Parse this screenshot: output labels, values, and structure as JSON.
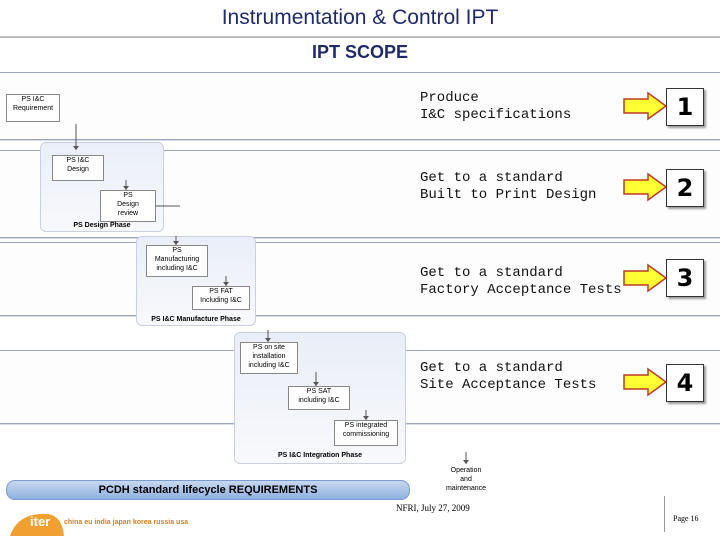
{
  "header": {
    "title": "Instrumentation & Control IPT",
    "subtitle": "IPT SCOPE"
  },
  "diagram": {
    "requirement_box": "PS I&C\nRequirement",
    "design_box": "PS I&C\nDesign",
    "design_review_box": "PS\nDesign\nreview",
    "design_phase_label": "PS Design Phase",
    "manufacturing_box": "PS\nManufacturing\nincluding I&C",
    "fat_box": "PS FAT\nIncluding I&C",
    "manufacture_phase_label": "PS I&C Manufacture Phase",
    "onsite_box": "PS on site\ninstallation\nincluding I&C",
    "sat_box": "PS SAT\nincluding I&C",
    "integrated_box": "PS integrated\ncommissioning",
    "integration_phase_label": "PS I&C Integration Phase",
    "operation_box": "Operation\nand\nmaintenance",
    "pcdh_label": "PCDH standard lifecycle REQUIREMENTS"
  },
  "scope_items": [
    {
      "text": "Produce\nI&C specifications",
      "number": "1"
    },
    {
      "text": "Get to a standard\nBuilt to Print Design",
      "number": "2"
    },
    {
      "text": "Get to a standard\nFactory Acceptance Tests",
      "number": "3"
    },
    {
      "text": "Get to a standard\nSite Acceptance Tests",
      "number": "4"
    }
  ],
  "footer": {
    "logo": "iter",
    "partners": "china eu india japan korea russia usa",
    "event": "NFRI, July 27, 2009",
    "page": "Page 16"
  },
  "colors": {
    "title": "#1f2a6b",
    "arrow_fill": "#ffff33",
    "arrow_stroke": "#c0392b",
    "logo_orange": "#f0a030"
  }
}
